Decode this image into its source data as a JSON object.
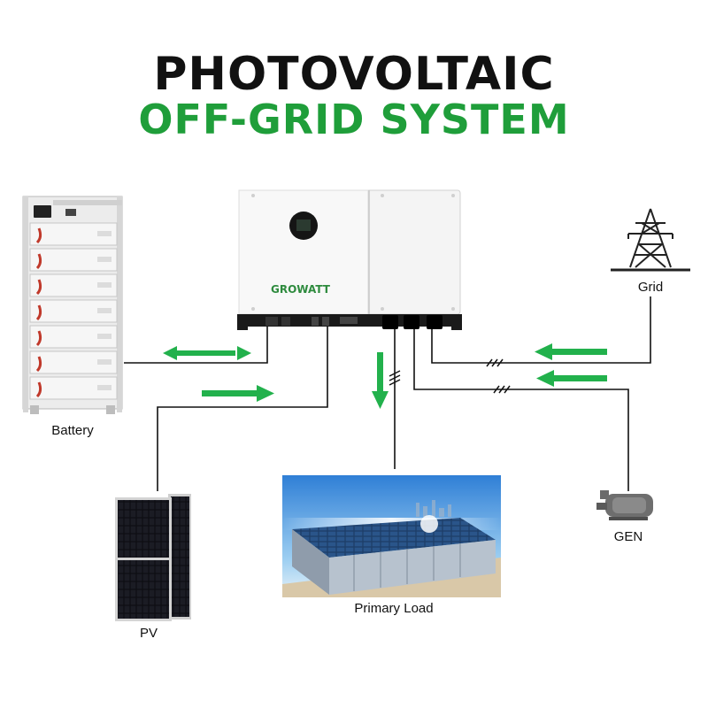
{
  "title": {
    "line1": "PHOTOVOLTAIC",
    "line2": "OFF-GRID SYSTEM",
    "line2_color": "#1f9e3a"
  },
  "inverter": {
    "brand": "GROWATT"
  },
  "labels": {
    "battery": "Battery",
    "pv": "PV",
    "primary_load": "Primary Load",
    "grid": "Grid",
    "gen": "GEN"
  },
  "colors": {
    "arrow_green": "#22b14c",
    "wire": "#111111"
  },
  "icons": [
    "battery-rack-icon",
    "solar-panel-icon",
    "inverter-icon",
    "factory-image",
    "grid-tower-icon",
    "generator-icon"
  ]
}
